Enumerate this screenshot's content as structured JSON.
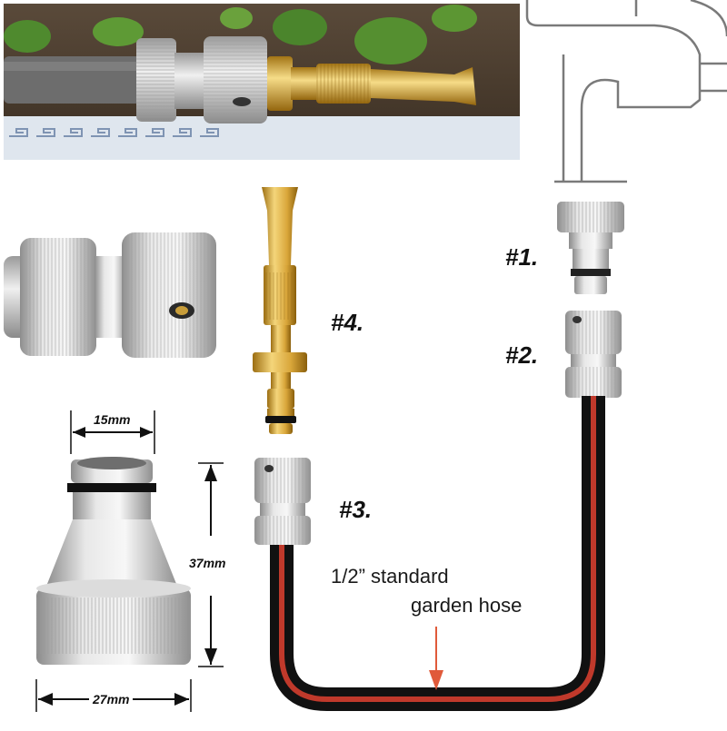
{
  "labels": {
    "part1": "#1.",
    "part2": "#2.",
    "part3": "#3.",
    "part4": "#4."
  },
  "dimensions": {
    "top_width": "15mm",
    "height": "37mm",
    "bottom_width": "27mm"
  },
  "hose_caption": {
    "line1": "1/2” standard",
    "line2": "garden hose"
  },
  "colors": {
    "hose_black": "#111111",
    "hose_red": "#c0392b",
    "brass": "#d4a437",
    "silver": "#c9c9c9",
    "arrow": "#e05a3a"
  }
}
